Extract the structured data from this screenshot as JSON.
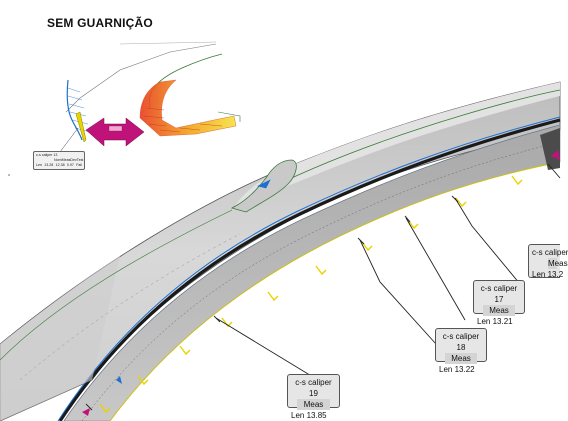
{
  "title": "SEM GUARNIÇÃO",
  "inset": {
    "callout": {
      "title": "c-s caliper 13",
      "columns": [
        "Nom",
        "Meas",
        "Dev",
        "Test"
      ],
      "row_label": "Len",
      "values": [
        "13.28",
        "12.38",
        "0.97",
        "Fail"
      ]
    }
  },
  "callouts": [
    {
      "title": "c-s caliper 17",
      "label": "Meas",
      "value": "Len 13.21"
    },
    {
      "title": "c-s caliper 18",
      "label": "Meas",
      "value": "Len 13.22"
    },
    {
      "title": "c-s caliper 19",
      "label": "Meas",
      "value": "Len 13.85"
    },
    {
      "title": "c-s caliper",
      "label": "Meas",
      "value": "Len 13.2"
    }
  ],
  "colors": {
    "surface": "#d9d9d9",
    "flange": "#bfbfbf",
    "gap_line": "#1e6fd0",
    "edge_line": "#3a7a3a",
    "yellow_marker": "#e8d400",
    "magenta_marker": "#c0137a",
    "callout_bg": "#e6e6e6"
  }
}
